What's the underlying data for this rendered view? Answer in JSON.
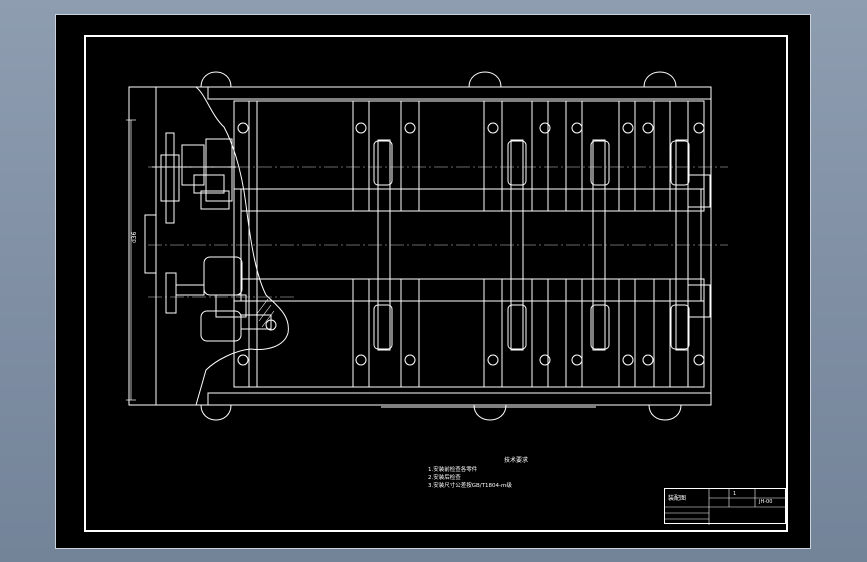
{
  "drawing": {
    "dimension_text": "d36",
    "notes": {
      "title": "技术要求",
      "lines": [
        "1.安装前检查各零件",
        "2.安装后检查",
        "3.安装尺寸公差按GB/T1804-m级"
      ]
    },
    "title_block": {
      "name": "装配图",
      "scale": "1",
      "code": "JH-00"
    },
    "colors": {
      "background": "#000000",
      "line": "#ffffff",
      "centerline": "#cfcfcf",
      "window_bg": "#8e9db0"
    }
  }
}
